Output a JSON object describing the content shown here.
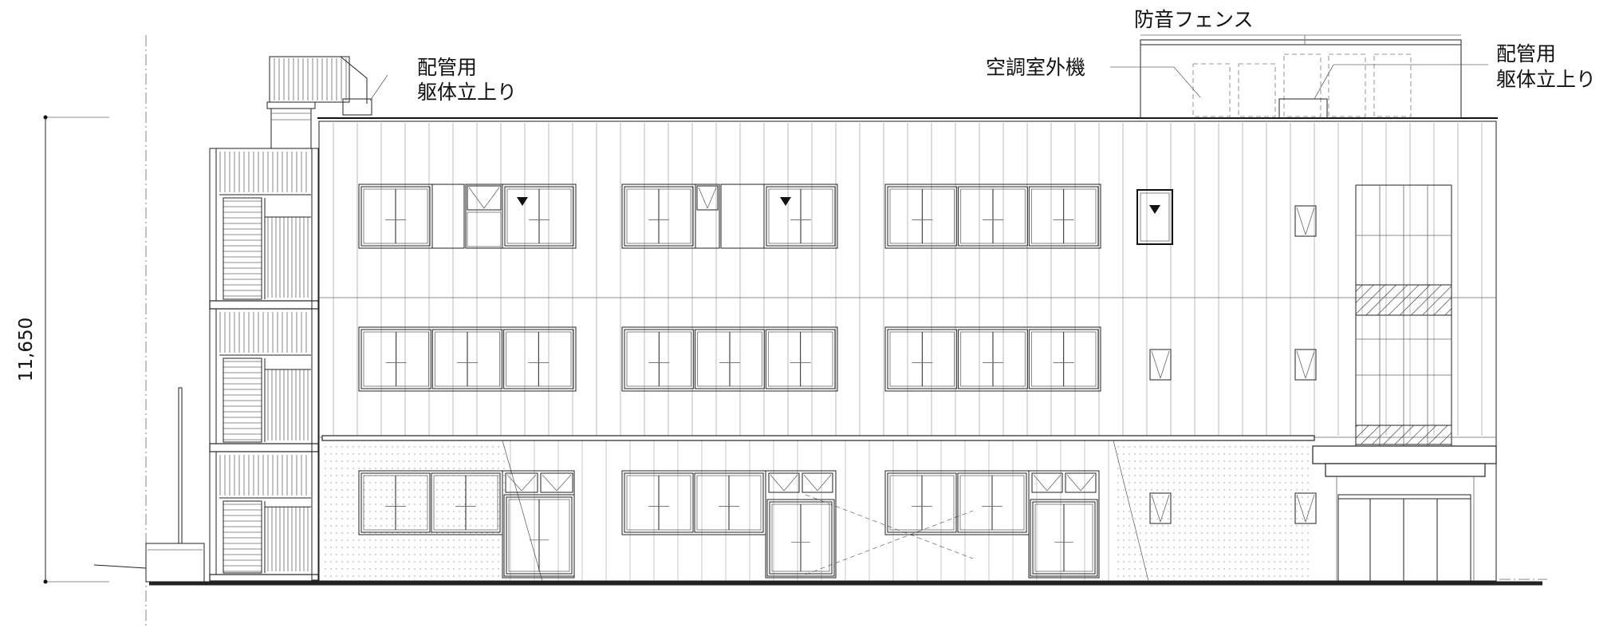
{
  "annotations": {
    "soundproof_fence": "防音フェンス",
    "ac_outdoor_unit": "空調室外機",
    "pipe_riser_left_line1": "配管用",
    "pipe_riser_left_line2": "躯体立上り",
    "pipe_riser_right_line1": "配管用",
    "pipe_riser_right_line2": "躯体立上り"
  },
  "dimension": {
    "height_label": "11,650"
  }
}
